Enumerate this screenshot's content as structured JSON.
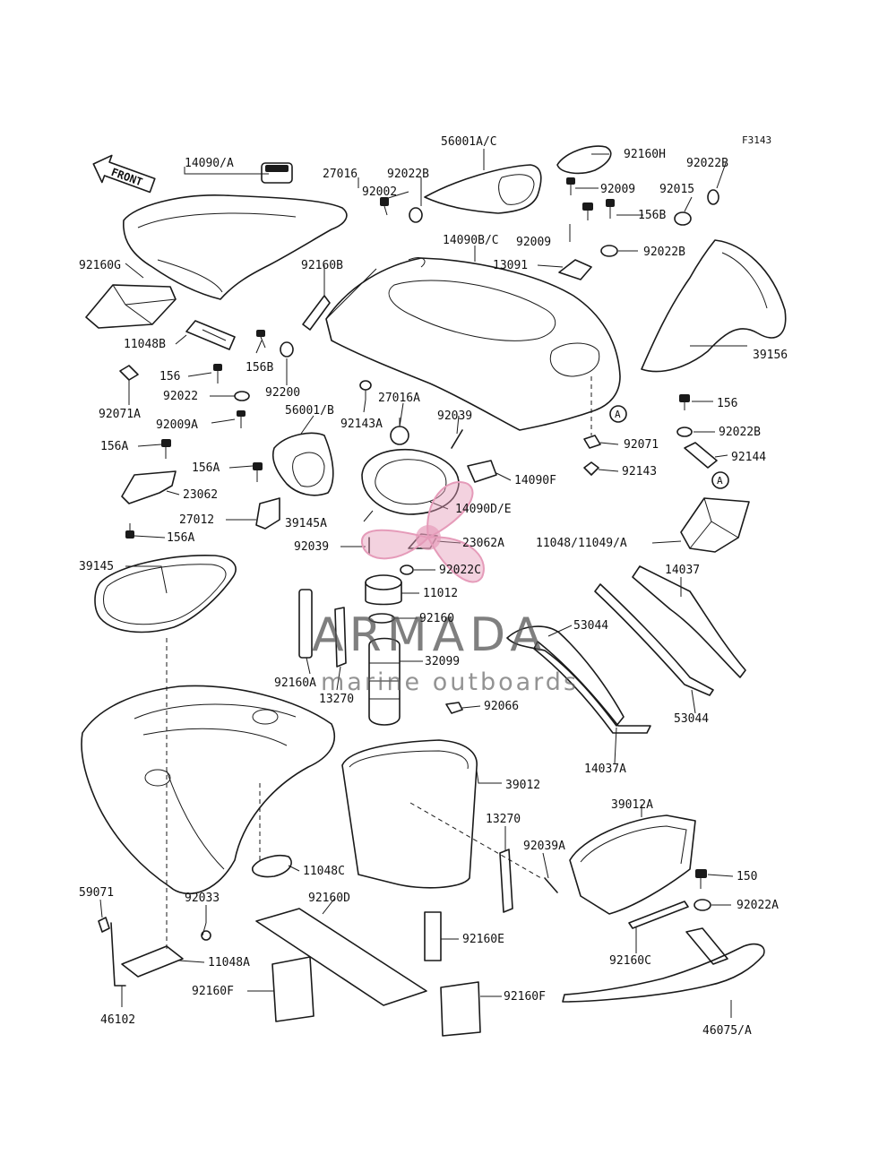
{
  "diagram_code": "F3143",
  "front_label": "FRONT",
  "ref_mark": "A",
  "watermark": {
    "brand": "ARMADA",
    "tagline": "marine outboards",
    "accent_color": "#e59bb9"
  },
  "part_labels": [
    "14090/A",
    "27016",
    "92022B",
    "56001A/C",
    "92160H",
    "92022B",
    "92002",
    "92009",
    "92015",
    "156B",
    "92009",
    "14090B/C",
    "92160G",
    "92160B",
    "13091",
    "92022B",
    "11048B",
    "156B",
    "156",
    "92022",
    "92200",
    "92071A",
    "92009A",
    "92143A",
    "39156",
    "56001/B",
    "27016A",
    "92039",
    "156",
    "92022B",
    "92071",
    "92144",
    "156A",
    "14090F",
    "92143",
    "156A",
    "23062",
    "27012",
    "39145A",
    "14090D/E",
    "156A",
    "92039",
    "23062A",
    "11048/11049/A",
    "92022C",
    "39145",
    "11012",
    "14037",
    "92160",
    "53044",
    "92160A",
    "32099",
    "13270",
    "92066",
    "53044",
    "14037A",
    "39012",
    "39012A",
    "13270",
    "92039A",
    "11048C",
    "150",
    "59071",
    "92033",
    "92160D",
    "92022A",
    "92160E",
    "11048A",
    "92160C",
    "92160F",
    "92160F",
    "46102",
    "46075/A"
  ]
}
